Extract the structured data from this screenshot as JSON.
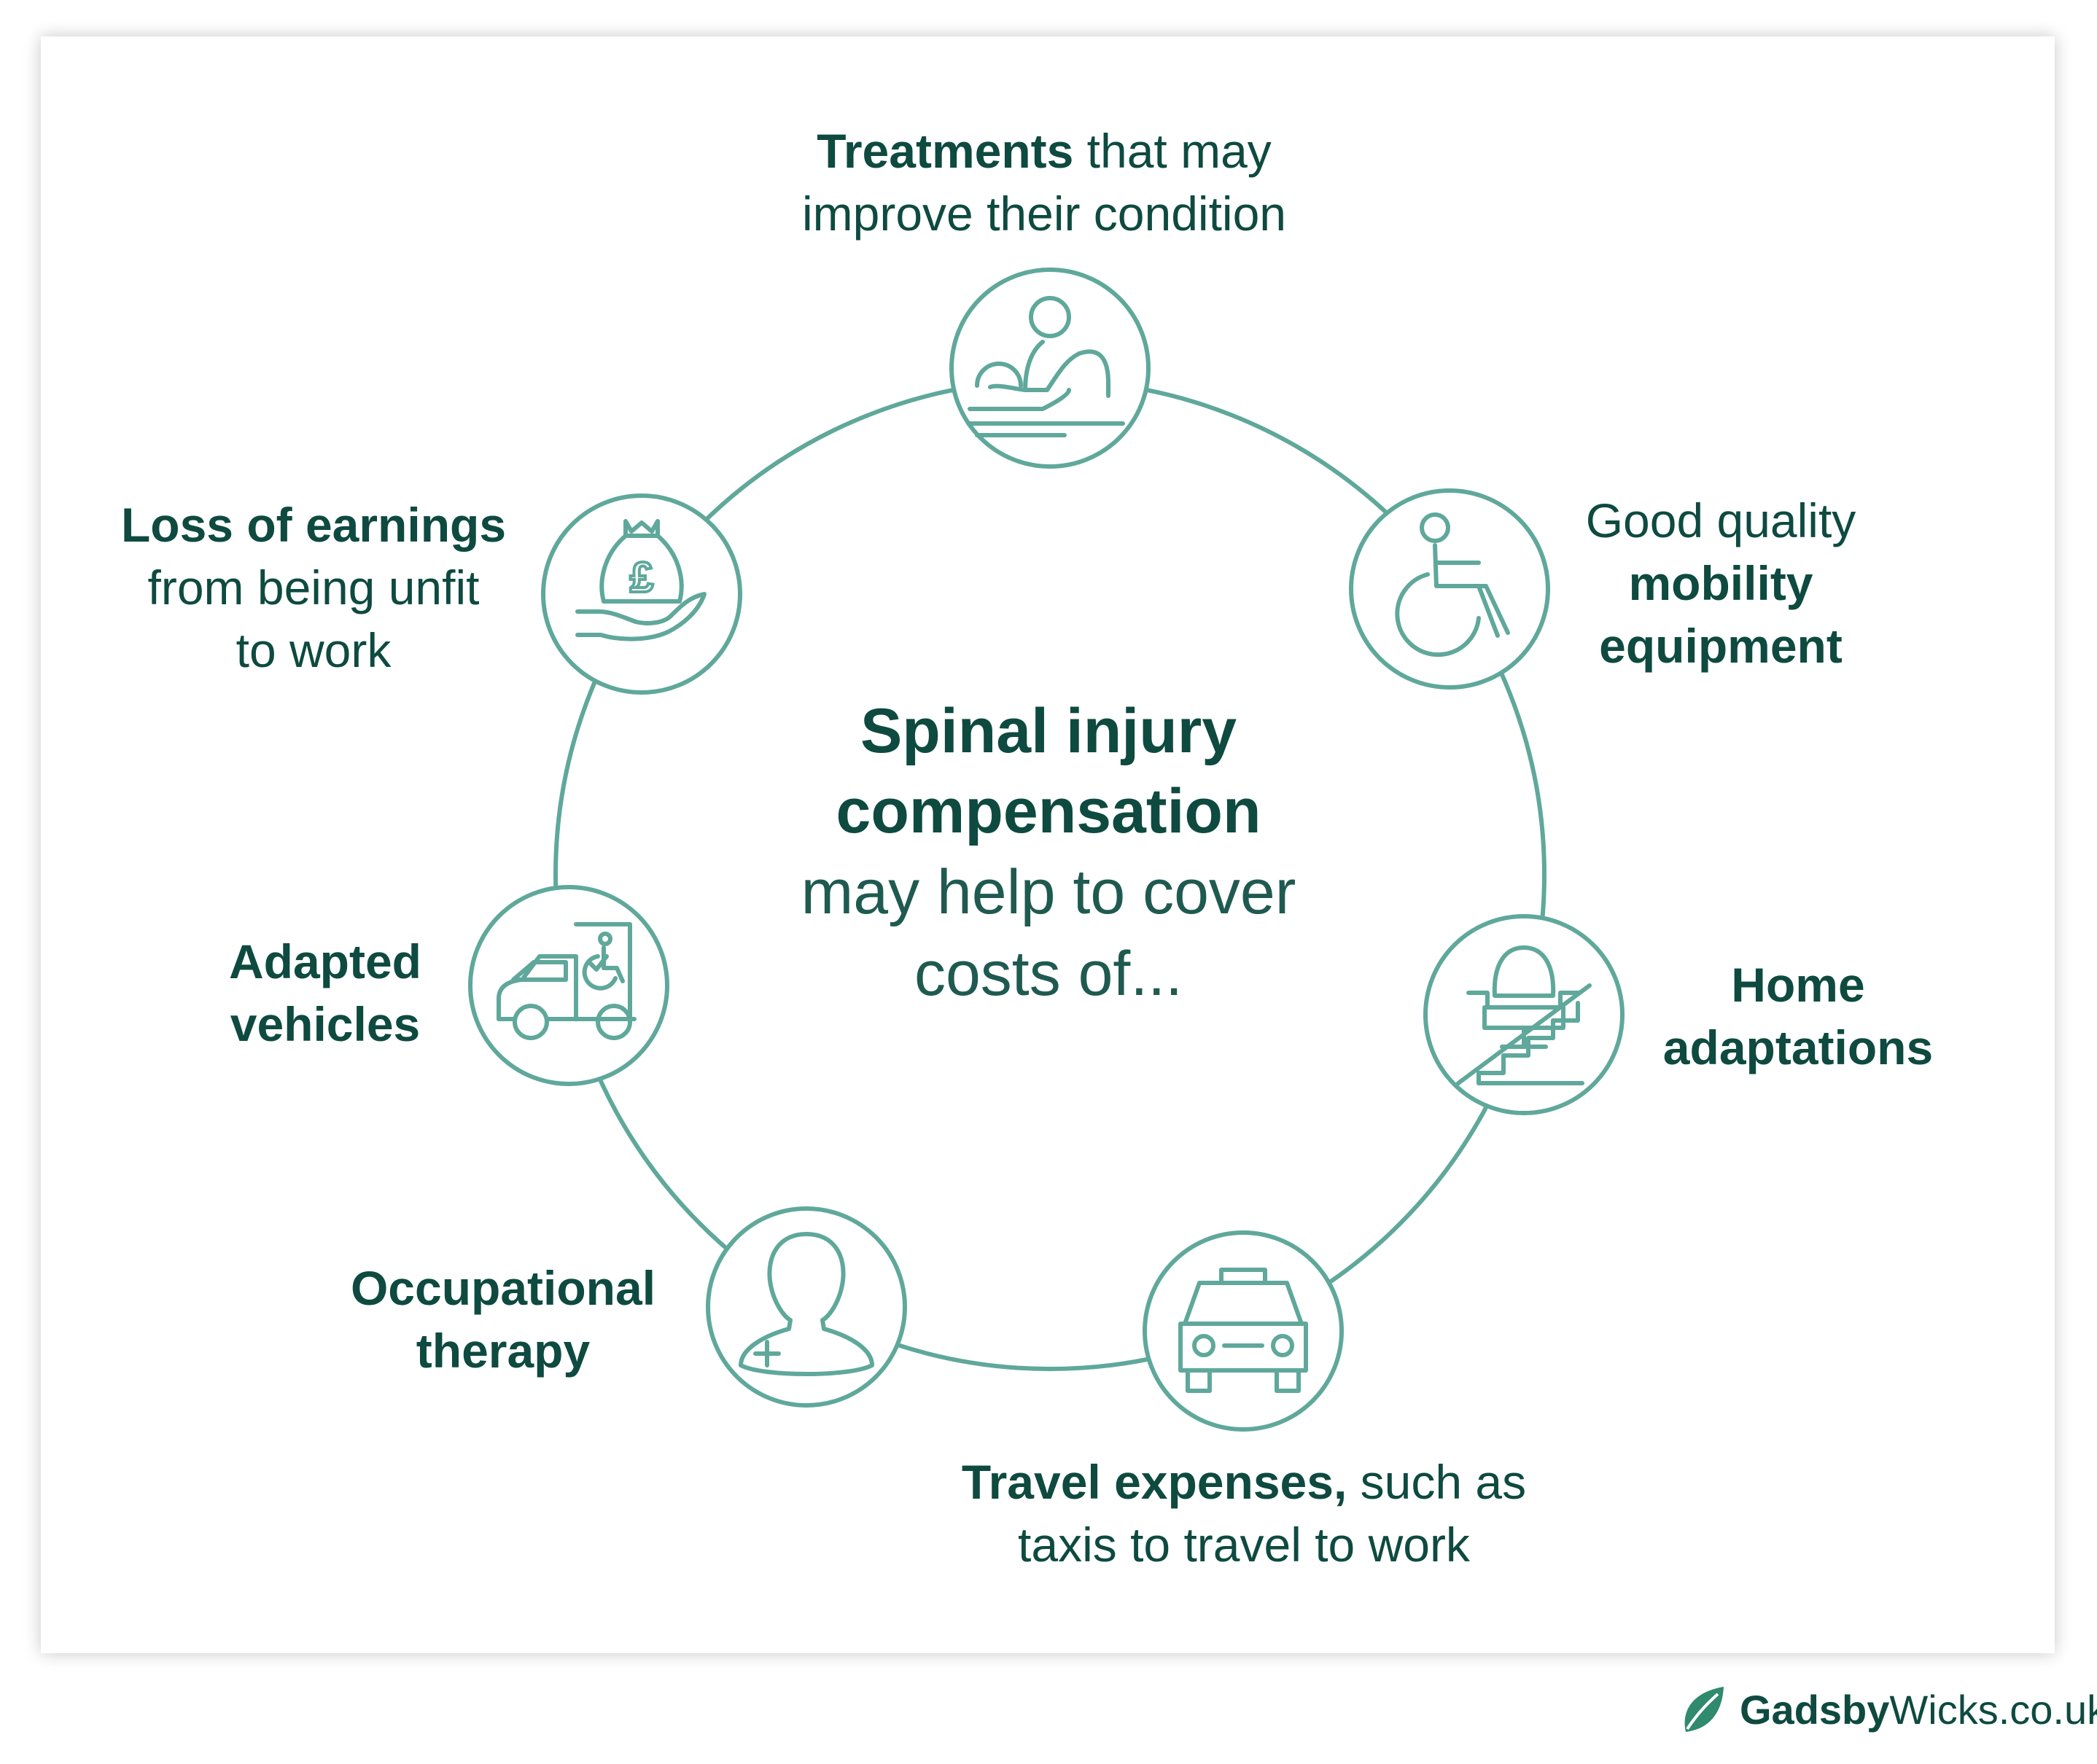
{
  "center": {
    "title_line1": "Spinal injury",
    "title_line2": "compensation",
    "sub_line1": "may help to cover",
    "sub_line2": "costs of..."
  },
  "items": {
    "treatments": {
      "line1_bold": "Treatments",
      "line1_rest": " that may",
      "line2": "improve their condition",
      "icon": "massage-therapy-icon"
    },
    "mobility": {
      "line1": "Good quality",
      "line2_bold": "mobility",
      "line3_bold": "equipment",
      "icon": "wheelchair-icon"
    },
    "home": {
      "line1_bold": "Home",
      "line2_bold": "adaptations",
      "icon": "stairlift-icon"
    },
    "travel": {
      "line1_bold": "Travel expenses,",
      "line1_rest": " such as",
      "line2": "taxis to travel to work",
      "icon": "taxi-icon"
    },
    "occupational": {
      "line1_bold": "Occupational",
      "line2_bold": "therapy",
      "icon": "medical-person-icon"
    },
    "vehicles": {
      "line1_bold": "Adapted",
      "line2_bold": "vehicles",
      "icon": "accessible-van-icon"
    },
    "earnings": {
      "line1_bold": "Loss of earnings",
      "line2": "from being unfit",
      "line3": "to work",
      "icon": "money-bag-hand-icon"
    }
  },
  "brand": {
    "name_bold": "Gadsby",
    "name_rest": "Wicks.co.uk",
    "icon": "leaf-logo-icon"
  },
  "colors": {
    "teal": "#5fa89b",
    "text": "#0e4a40"
  }
}
